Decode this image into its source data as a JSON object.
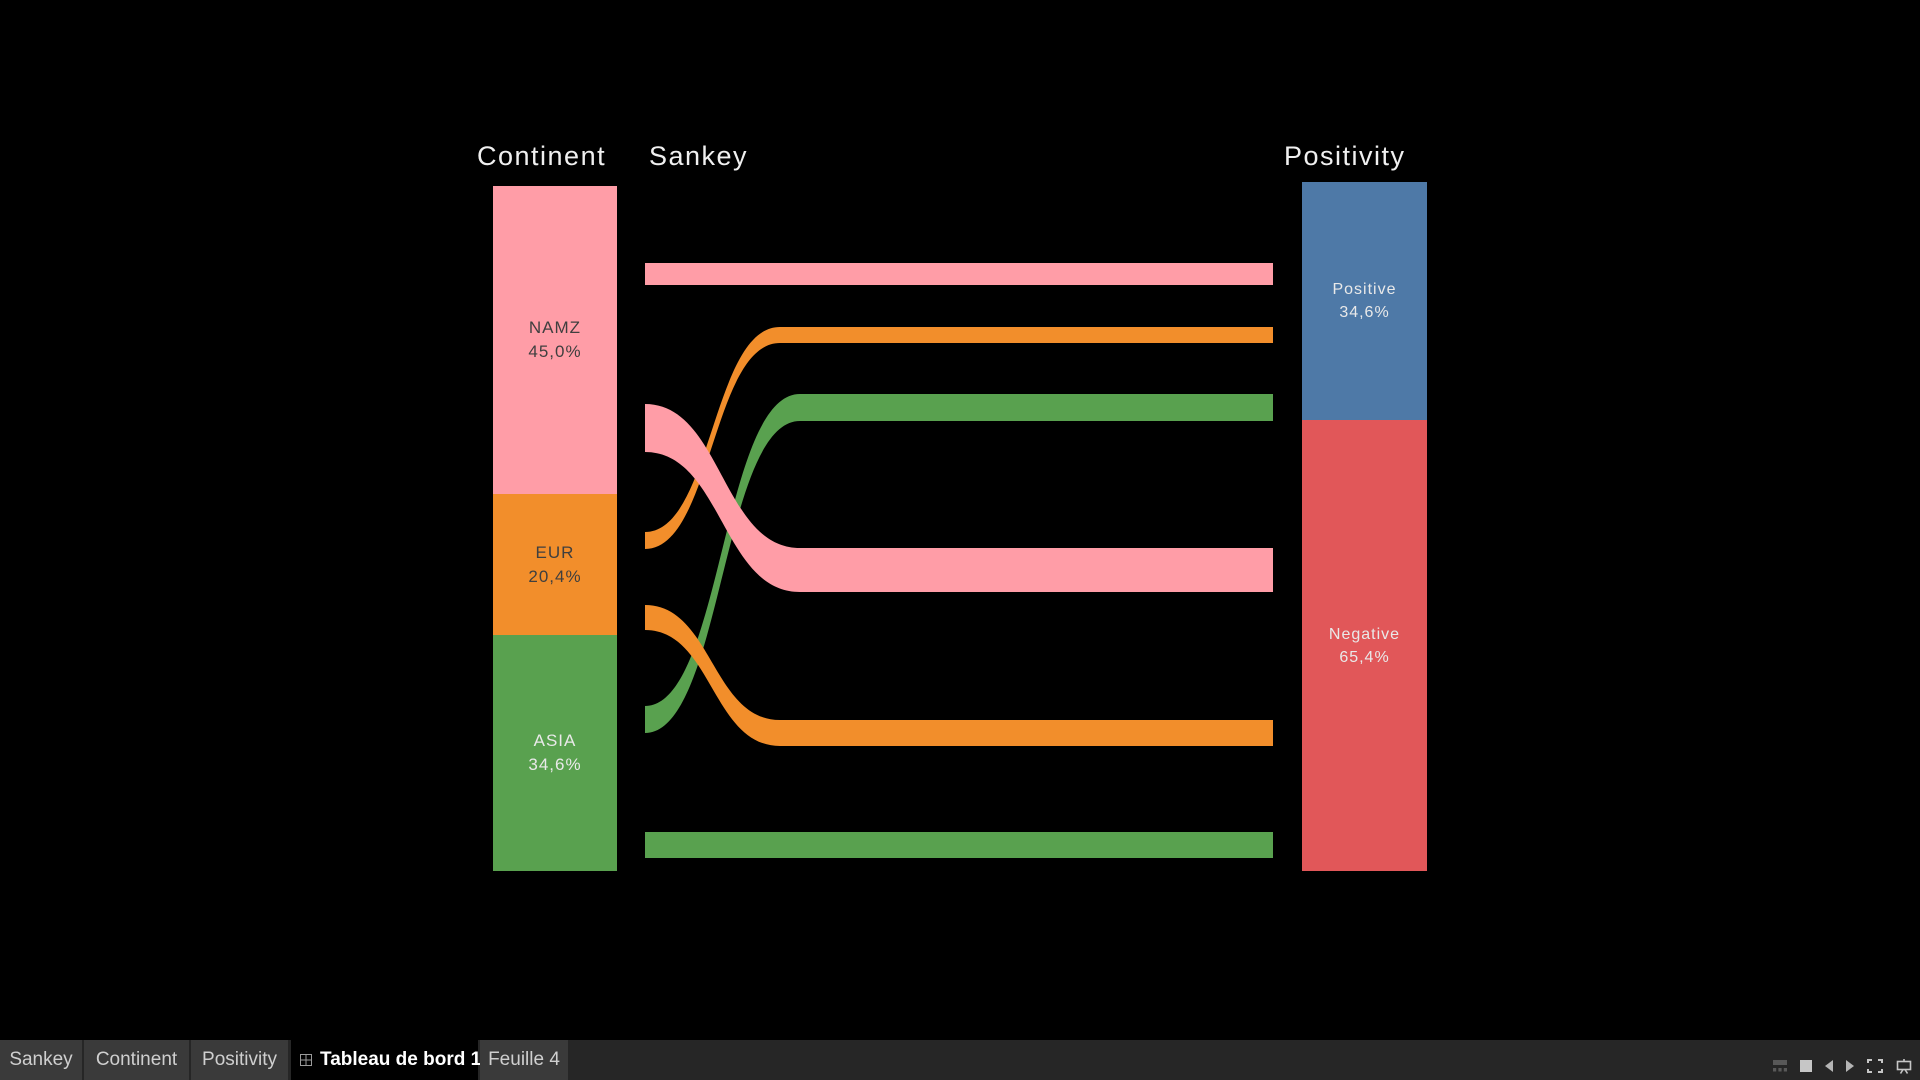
{
  "palette": {
    "pink": "#ff9da7",
    "orange": "#f28e2b",
    "green": "#59a14f",
    "blue": "#4e79a7",
    "red": "#e15759",
    "background": "#000000",
    "title_color": "#f0f0f0",
    "tabbar_bg": "#262626",
    "tab_bg": "#3a3a3a",
    "active_tab_bg": "#000000"
  },
  "titles": {
    "continent": "Continent",
    "sankey": "Sankey",
    "positivity": "Positivity"
  },
  "continent_bar": {
    "segments": [
      {
        "name": "NAMZ",
        "pct": "45,0%",
        "color": "#ff9da7"
      },
      {
        "name": "EUR",
        "pct": "20,4%",
        "color": "#f28e2b"
      },
      {
        "name": "ASIA",
        "pct": "34,6%",
        "color": "#59a14f"
      }
    ]
  },
  "positivity_bar": {
    "segments": [
      {
        "name": "Positive",
        "pct": "34,6%",
        "color": "#4e79a7"
      },
      {
        "name": "Negative",
        "pct": "65,4%",
        "color": "#e15759"
      }
    ]
  },
  "chart_data": {
    "type": "sankey",
    "title": "Sankey",
    "left_axis_title": "Continent",
    "right_axis_title": "Positivity",
    "sources": [
      {
        "name": "NAMZ",
        "pct": 45.0,
        "label": "NAMZ 45,0%",
        "color": "#ff9da7"
      },
      {
        "name": "EUR",
        "pct": 20.4,
        "label": "EUR 20,4%",
        "color": "#f28e2b"
      },
      {
        "name": "ASIA",
        "pct": 34.6,
        "label": "ASIA 34,6%",
        "color": "#59a14f"
      }
    ],
    "targets": [
      {
        "name": "Positive",
        "pct": 34.6,
        "label": "Positive 34,6%",
        "color": "#4e79a7"
      },
      {
        "name": "Negative",
        "pct": 65.4,
        "label": "Negative 65,4%",
        "color": "#e15759"
      }
    ],
    "links": [
      {
        "source": "NAMZ",
        "target": "Positive",
        "color": "#ff9da7"
      },
      {
        "source": "NAMZ",
        "target": "Negative",
        "color": "#ff9da7"
      },
      {
        "source": "EUR",
        "target": "Positive",
        "color": "#f28e2b"
      },
      {
        "source": "EUR",
        "target": "Negative",
        "color": "#f28e2b"
      },
      {
        "source": "ASIA",
        "target": "Positive",
        "color": "#59a14f"
      },
      {
        "source": "ASIA",
        "target": "Negative",
        "color": "#59a14f"
      }
    ]
  },
  "tabbar": {
    "tabs": [
      {
        "label": "Sankey"
      },
      {
        "label": "Continent"
      },
      {
        "label": "Positivity"
      }
    ],
    "active_tab": {
      "label": "Tableau de bord 1"
    },
    "last_tab": {
      "label": "Feuille 4"
    }
  },
  "status_bar": {
    "icons": [
      {
        "name": "grid-tiles"
      },
      {
        "name": "square"
      },
      {
        "name": "prev-arrow"
      },
      {
        "name": "next-arrow"
      },
      {
        "name": "fullscreen"
      },
      {
        "name": "presentation-mode"
      }
    ]
  }
}
